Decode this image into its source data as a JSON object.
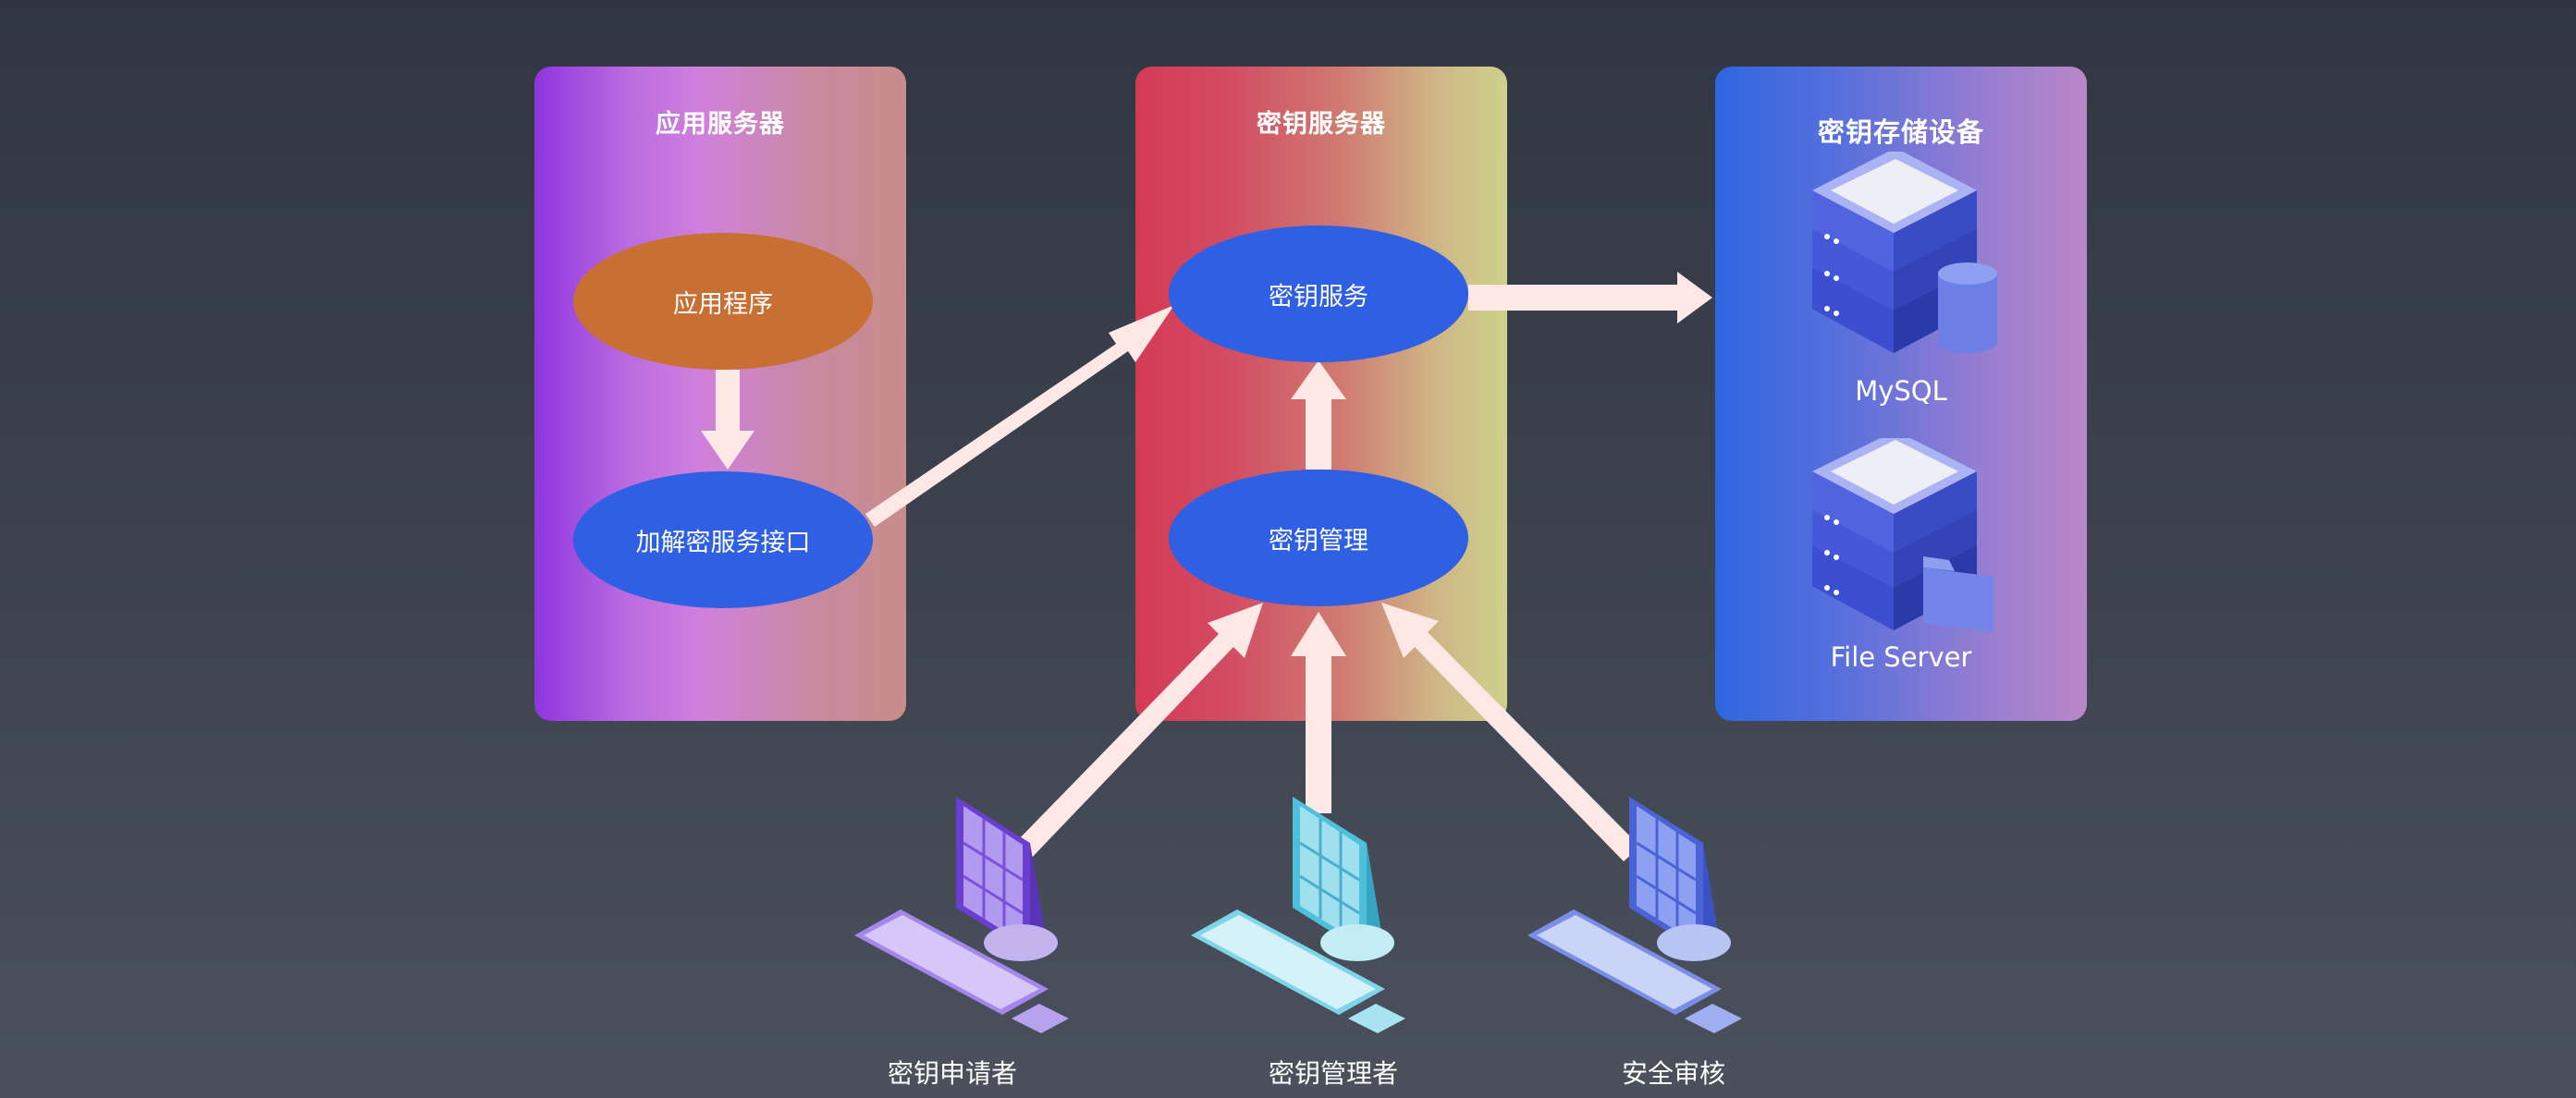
{
  "panels": {
    "app_server": {
      "title": "应用服务器"
    },
    "key_server": {
      "title": "密钥服务器"
    },
    "key_storage": {
      "title": "密钥存储设备"
    }
  },
  "nodes": {
    "app_program": "应用程序",
    "crypto_api": "加解密服务接口",
    "key_service": "密钥服务",
    "key_management": "密钥管理"
  },
  "storage": {
    "mysql": "MySQL",
    "file_server": "File Server"
  },
  "users": {
    "applicant": "密钥申请者",
    "manager": "密钥管理者",
    "auditor": "安全审核"
  },
  "colors": {
    "arrow": "#fde8e6",
    "node_blue": "#2f5fe2",
    "node_orange": "#c86f34"
  }
}
